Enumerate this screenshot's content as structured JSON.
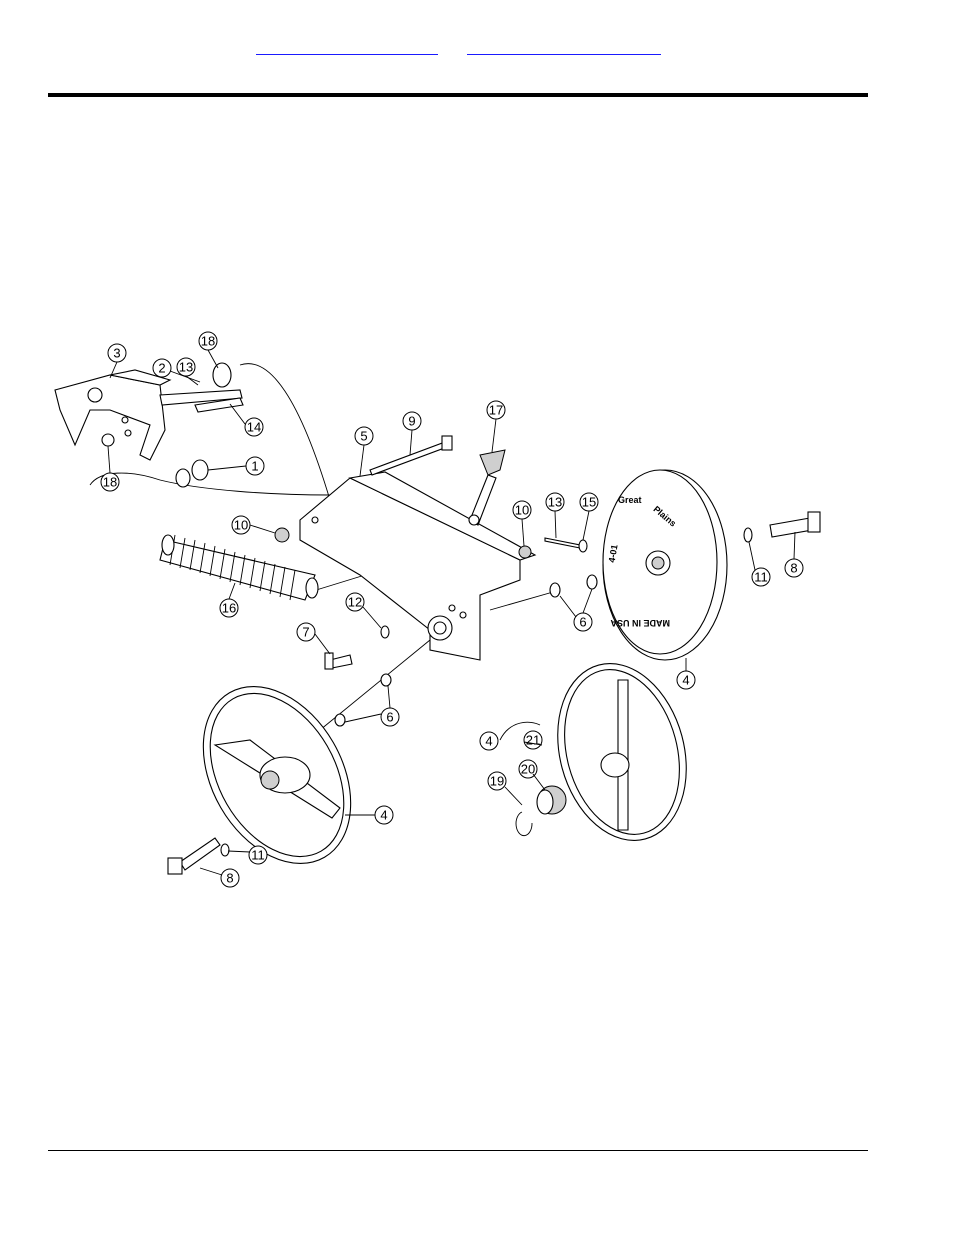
{
  "header": {
    "link_a": "",
    "link_b": ""
  },
  "diagram": {
    "callouts": [
      "1",
      "2",
      "3",
      "4",
      "5",
      "6",
      "7",
      "8",
      "9",
      "10",
      "11",
      "12",
      "13",
      "14",
      "15",
      "16",
      "17",
      "18",
      "19",
      "20",
      "21"
    ],
    "wheel_text": {
      "brand_1": "Great",
      "brand_2": "Plains",
      "date": "4-01",
      "origin": "MADE IN USA"
    }
  }
}
